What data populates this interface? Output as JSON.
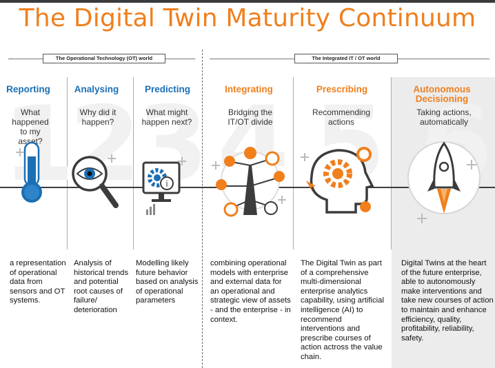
{
  "title": "The Digital Twin Maturity Continuum",
  "worlds": {
    "ot": "The Operational Technology (OT) world",
    "it": "The Integrated IT / OT world"
  },
  "stages": [
    {
      "number": "1",
      "title": "Reporting",
      "subtitle": "What happened to my asset?",
      "description": "a representation of operational data from sensors and OT systems.",
      "icon": "thermometer-icon"
    },
    {
      "number": "2",
      "title": "Analysing",
      "subtitle": "Why did it happen?",
      "description": "Analysis of historical trends and potential root causes of failure/ deterioration",
      "icon": "magnifier-eye-icon"
    },
    {
      "number": "3",
      "title": "Predicting",
      "subtitle": "What might happen next?",
      "description": "Modelling likely future behavior based on analysis of operational parameters",
      "icon": "monitor-gear-icon"
    },
    {
      "number": "4",
      "title": "Integrating",
      "subtitle": "Bridging the IT/OT divide",
      "description": "combining operational models with enterprise and external data for an operational and strategic view of assets - and the enterprise - in context.",
      "icon": "network-hub-icon"
    },
    {
      "number": "5",
      "title": "Prescribing",
      "subtitle": "Recommending actions",
      "description": "The Digital Twin as part of a comprehensive multi-dimensional enterprise analytics capability, using artificial intelligence (AI) to recommend interventions and prescribe courses of action actross the value chain.",
      "icon": "ai-head-icon"
    },
    {
      "number": "6",
      "title": "Autonomous Decisioning",
      "subtitle": "Taking actions, automatically",
      "description": "Digital Twins at the heart of the future enterprise, able to autonomously make interventions and take new courses of action to maintain and enhance efficiency, quality, profitability, reliability, safety.",
      "icon": "rocket-icon"
    }
  ],
  "colors": {
    "orange": "#f07f1c",
    "blue": "#1a6fb5",
    "dark": "#3c3c3c"
  }
}
